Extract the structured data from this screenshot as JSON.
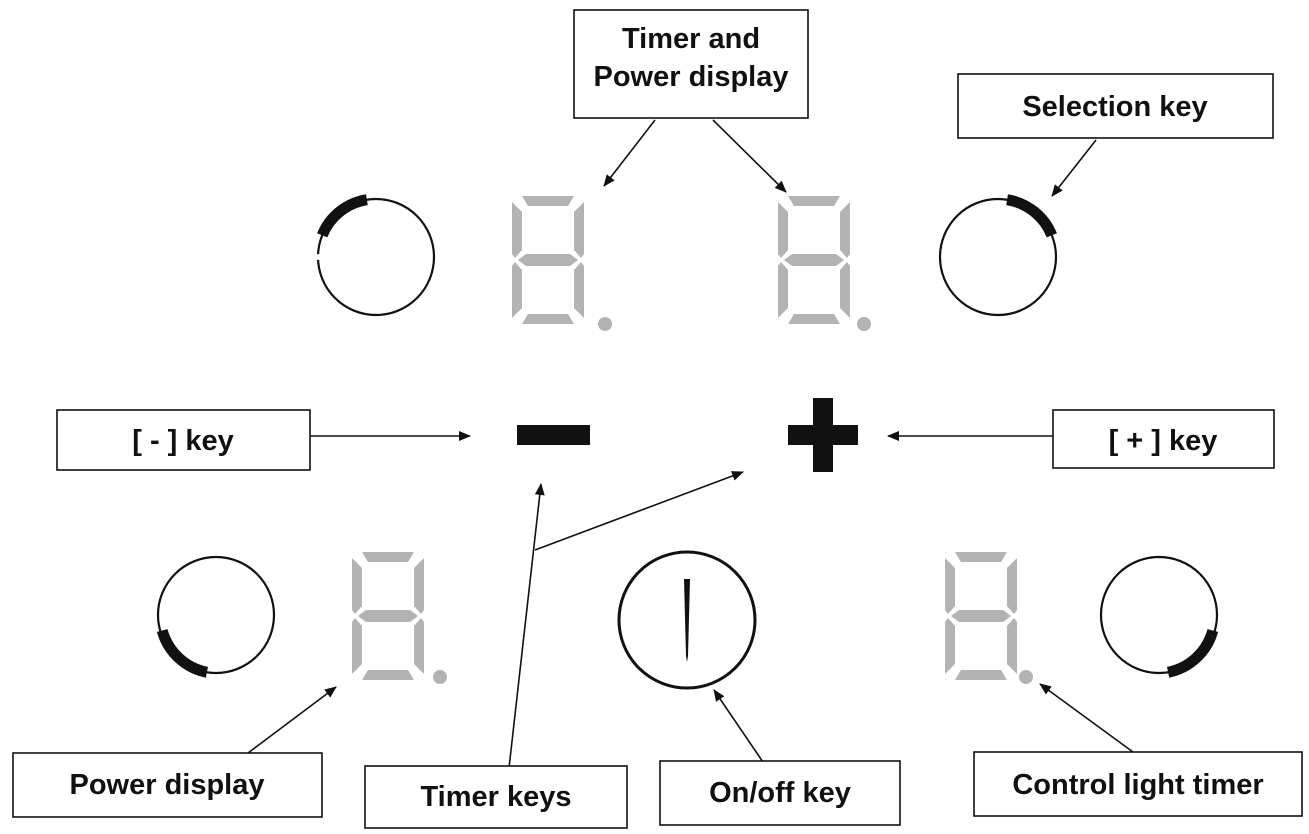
{
  "labels": {
    "timer_power_display_line1": "Timer and",
    "timer_power_display_line2": "Power display",
    "selection_key": "Selection key",
    "minus_key": "[ - ] key",
    "plus_key": "[ + ] key",
    "power_display": "Power display",
    "timer_keys": "Timer keys",
    "onoff_key": "On/off key",
    "control_light_timer": "Control light timer"
  },
  "colors": {
    "line": "#111111",
    "segment_inactive": "#b3b3b3",
    "background": "#ffffff"
  },
  "icons": {
    "minus": "minus-icon",
    "plus": "plus-icon",
    "power": "power-icon"
  }
}
